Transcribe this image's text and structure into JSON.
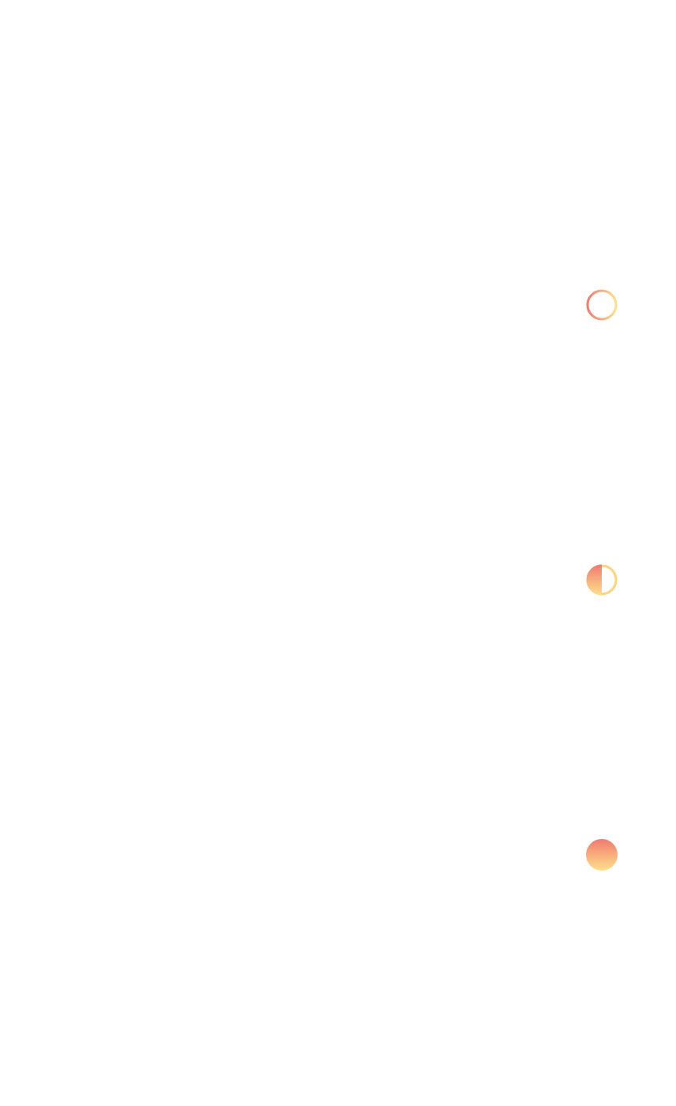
{
  "timeline": {
    "colors": {
      "gradient_top": "#ffdd85",
      "gradient_bottom": "#f0756f",
      "node_light": "#ffe08a",
      "node_dark": "#f07a6f"
    },
    "steps": [
      {
        "icon": "empty-circle-icon",
        "progress": 0
      },
      {
        "icon": "half-filled-circle-icon",
        "progress": 0.5
      },
      {
        "icon": "filled-circle-icon",
        "progress": 1
      }
    ]
  }
}
